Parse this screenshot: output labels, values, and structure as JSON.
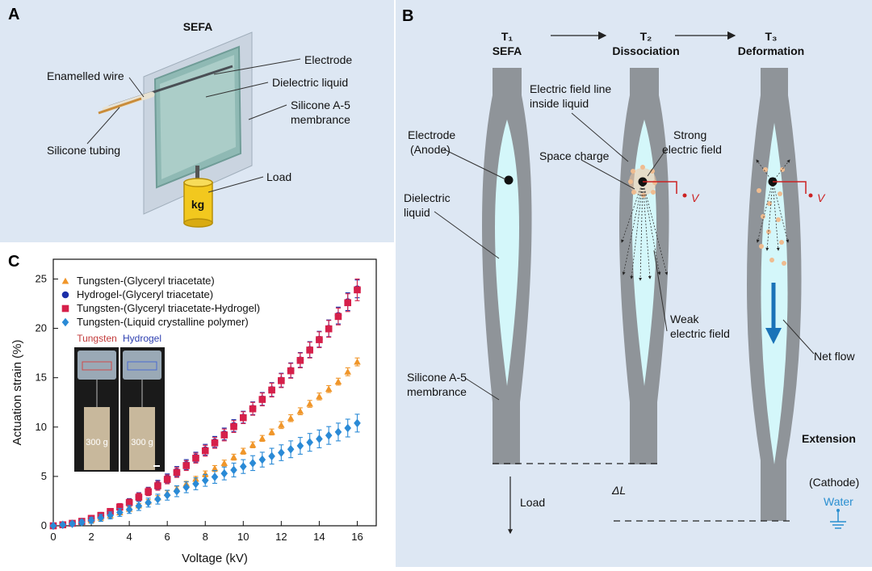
{
  "panel_a": {
    "letter": "A",
    "title": "SEFA",
    "labels": {
      "electrode": "Electrode",
      "dielectric": "Dielectric liquid",
      "silicone_1": "Silicone A-5",
      "silicone_2": "membrance",
      "wire": "Enamelled wire",
      "tubing": "Silicone tubing",
      "load": "Load",
      "kg": "kg"
    }
  },
  "panel_b": {
    "letter": "B",
    "stages": [
      {
        "sub": "T₁",
        "name": "SEFA"
      },
      {
        "sub": "T₂",
        "name": "Dissociation"
      },
      {
        "sub": "T₃",
        "name": "Deformation"
      }
    ],
    "labels": {
      "electrode_1": "Electrode",
      "electrode_2": "(Anode)",
      "dielectric_1": "Dielectric",
      "dielectric_2": "liquid",
      "field_line_1": "Electric field line",
      "field_line_2": "inside liquid",
      "space_charge": "Space charge",
      "strong_1": "Strong",
      "strong_2": "electric field",
      "weak_1": "Weak",
      "weak_2": "electric field",
      "silicone_1": "Silicone A-5",
      "silicone_2": "membrance",
      "net_flow": "Net flow",
      "extension": "Extension",
      "cathode": "(Cathode)",
      "water": "Water",
      "load": "Load",
      "delta_l": "ΔL",
      "v": "V"
    },
    "colors": {
      "membrane": "#8f9499",
      "liquid": "#d4f7fa",
      "charge": "#f2c7a0",
      "voltage": "#cc2222",
      "flow": "#1a73b8",
      "water": "#2a8fd0"
    }
  },
  "panel_c": {
    "letter": "C",
    "inset": {
      "left": "Tungsten",
      "right": "Hydrogel",
      "mass": "300 g"
    },
    "chart_data": {
      "type": "scatter",
      "xlabel": "Voltage (kV)",
      "ylabel": "Actuation strain (%)",
      "xlim": [
        0,
        17
      ],
      "ylim": [
        0,
        27
      ],
      "xticks": [
        0,
        2,
        4,
        6,
        8,
        10,
        12,
        14,
        16
      ],
      "yticks": [
        0,
        5,
        10,
        15,
        20,
        25
      ],
      "legend_position": "top-left",
      "x": [
        0,
        0.5,
        1,
        1.5,
        2,
        2.5,
        3,
        3.5,
        4,
        4.5,
        5,
        5.5,
        6,
        6.5,
        7,
        7.5,
        8,
        8.5,
        9,
        9.5,
        10,
        10.5,
        11,
        11.5,
        12,
        12.5,
        13,
        13.5,
        14,
        14.5,
        15,
        15.5,
        16
      ],
      "series": [
        {
          "name": "Tungsten-(Glyceryl triacetate)",
          "marker": "triangle",
          "color": "#f0962a",
          "values": [
            0,
            0.1,
            0.2,
            0.35,
            0.55,
            0.8,
            1.05,
            1.35,
            1.7,
            2.05,
            2.45,
            2.85,
            3.3,
            3.75,
            4.25,
            4.75,
            5.25,
            5.8,
            6.35,
            6.95,
            7.55,
            8.2,
            8.85,
            9.5,
            10.2,
            10.9,
            11.6,
            12.35,
            13.1,
            13.85,
            14.6,
            15.6,
            16.6
          ],
          "errors": [
            0,
            0.1,
            0.1,
            0.1,
            0.15,
            0.15,
            0.15,
            0.2,
            0.2,
            0.2,
            0.2,
            0.2,
            0.25,
            0.25,
            0.25,
            0.25,
            0.3,
            0.3,
            0.3,
            0.3,
            0.3,
            0.3,
            0.3,
            0.3,
            0.35,
            0.35,
            0.35,
            0.35,
            0.35,
            0.35,
            0.35,
            0.4,
            0.4
          ]
        },
        {
          "name": "Hydrogel-(Glyceryl triacetate)",
          "marker": "circle",
          "color": "#1c2fa8",
          "values": [
            0,
            0.1,
            0.25,
            0.45,
            0.75,
            1.05,
            1.45,
            1.9,
            2.4,
            2.95,
            3.5,
            4.15,
            4.8,
            5.5,
            6.2,
            6.95,
            7.7,
            8.5,
            9.3,
            10.15,
            11.0,
            11.9,
            12.85,
            13.8,
            14.75,
            15.75,
            16.8,
            17.85,
            18.9,
            20.0,
            21.3,
            22.7,
            24.0
          ],
          "errors": [
            0,
            0.1,
            0.15,
            0.2,
            0.25,
            0.3,
            0.3,
            0.35,
            0.35,
            0.4,
            0.4,
            0.45,
            0.45,
            0.5,
            0.5,
            0.5,
            0.55,
            0.55,
            0.6,
            0.6,
            0.6,
            0.65,
            0.65,
            0.7,
            0.7,
            0.75,
            0.75,
            0.8,
            0.8,
            0.85,
            0.85,
            0.9,
            0.9
          ]
        },
        {
          "name": "Tungsten-(Glyceryl triacetate-Hydrogel)",
          "marker": "square",
          "color": "#d6204a",
          "values": [
            0,
            0.1,
            0.25,
            0.45,
            0.75,
            1.05,
            1.45,
            1.9,
            2.35,
            2.9,
            3.45,
            4.05,
            4.7,
            5.4,
            6.1,
            6.85,
            7.6,
            8.4,
            9.2,
            10.05,
            10.95,
            11.85,
            12.8,
            13.75,
            14.7,
            15.7,
            16.75,
            17.8,
            18.85,
            19.95,
            21.2,
            22.6,
            23.9
          ],
          "errors": [
            0,
            0.1,
            0.15,
            0.2,
            0.25,
            0.3,
            0.3,
            0.35,
            0.35,
            0.4,
            0.4,
            0.45,
            0.45,
            0.5,
            0.5,
            0.5,
            0.55,
            0.55,
            0.6,
            0.6,
            0.6,
            0.65,
            0.65,
            0.7,
            0.7,
            0.75,
            0.75,
            0.8,
            0.8,
            0.85,
            0.85,
            0.9,
            1.1
          ]
        },
        {
          "name": "Tungsten-(Liquid crystalline polymer)",
          "marker": "diamond",
          "color": "#2a8ad6",
          "values": [
            0,
            0.1,
            0.2,
            0.35,
            0.55,
            0.8,
            1.05,
            1.35,
            1.65,
            2.0,
            2.35,
            2.7,
            3.1,
            3.5,
            3.9,
            4.25,
            4.6,
            4.95,
            5.3,
            5.65,
            6.0,
            6.35,
            6.7,
            7.05,
            7.4,
            7.75,
            8.1,
            8.45,
            8.8,
            9.15,
            9.5,
            9.9,
            10.4
          ],
          "errors": [
            0,
            0.15,
            0.2,
            0.25,
            0.3,
            0.35,
            0.35,
            0.4,
            0.4,
            0.45,
            0.45,
            0.5,
            0.5,
            0.55,
            0.55,
            0.6,
            0.6,
            0.65,
            0.65,
            0.7,
            0.7,
            0.75,
            0.75,
            0.8,
            0.8,
            0.85,
            0.85,
            0.9,
            0.9,
            0.9,
            0.9,
            0.9,
            0.9
          ]
        }
      ]
    }
  }
}
